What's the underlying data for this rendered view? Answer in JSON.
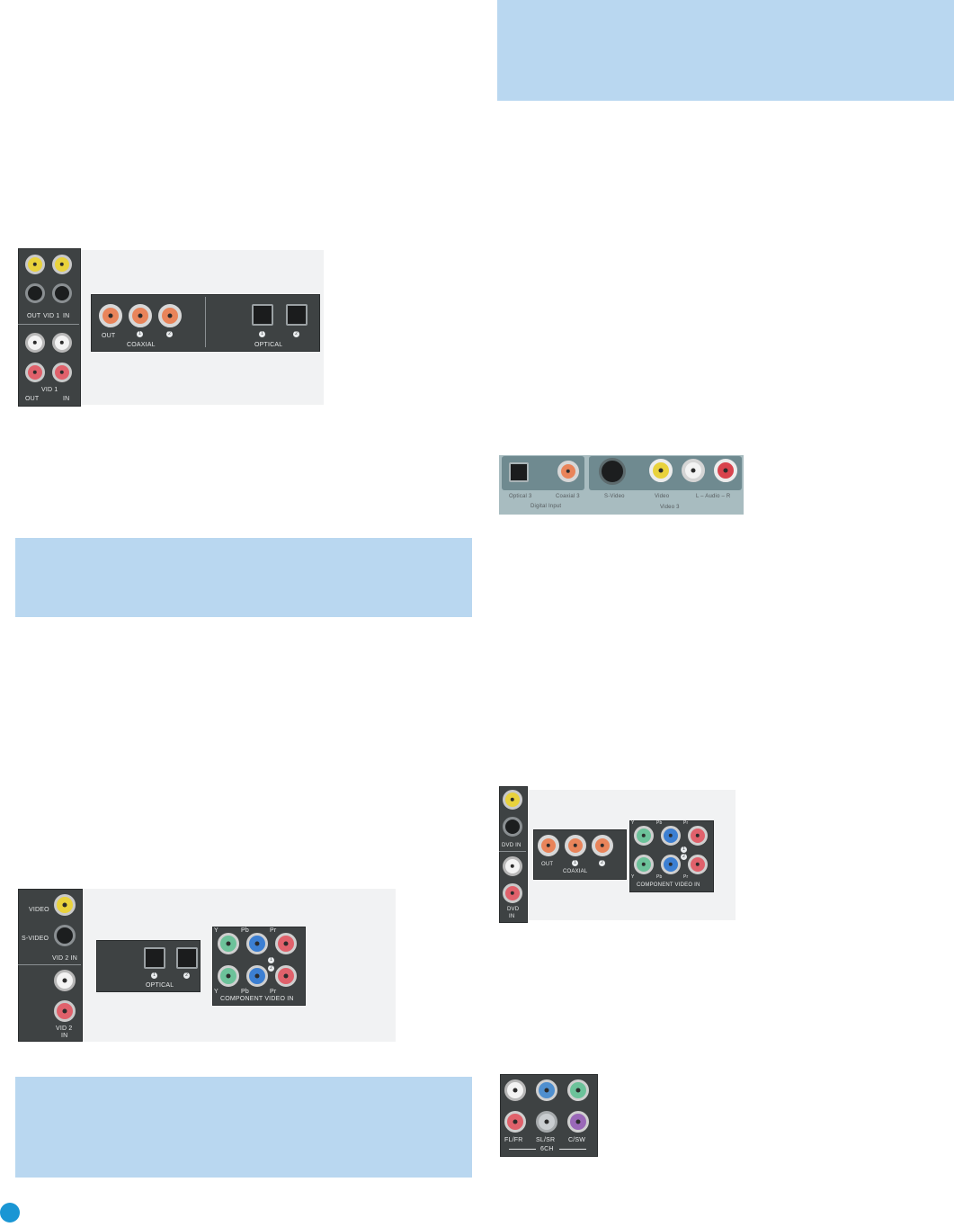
{
  "colors": {
    "callout": "#b9d7f0",
    "page_marker": "#1a96d4",
    "panel": "#3e4243"
  },
  "icons": {
    "page_marker": "circle-bullet-icon"
  },
  "panel_a": {
    "top_labels": {
      "out": "OUT",
      "vid1": "VID 1",
      "in": "IN"
    },
    "coaxial": {
      "out": "OUT",
      "n1": "1",
      "n2": "2",
      "name": "COAXIAL"
    },
    "optical": {
      "n1": "1",
      "n2": "2",
      "name": "OPTICAL"
    },
    "audio_labels": {
      "vid1": "VID 1",
      "out": "OUT",
      "in": "IN"
    }
  },
  "panel_b": {
    "video": "VIDEO",
    "svideo": "S-VIDEO",
    "vid2in": "VID 2 IN",
    "vid2": "VID 2",
    "in": "IN",
    "optical": {
      "n1": "1",
      "n2": "2",
      "name": "OPTICAL"
    },
    "component": {
      "pb": "Pb",
      "pr": "Pr",
      "y": "Y",
      "n1": "1",
      "n2": "2",
      "name": "COMPONENT VIDEO IN"
    }
  },
  "panel_c": {
    "optical3": "Optical 3",
    "coaxial3": "Coaxial 3",
    "digital_input": "Digital Input",
    "svideo": "S-Video",
    "video": "Video",
    "audio": "L – Audio – R",
    "video3": "Video 3"
  },
  "panel_d": {
    "dvd_in": "DVD IN",
    "dvd": "DVD",
    "in": "IN",
    "coaxial": {
      "out": "OUT",
      "n1": "1",
      "n2": "2",
      "name": "COAXIAL"
    },
    "component": {
      "pb": "Pb",
      "pr": "Pr",
      "y": "Y",
      "n1": "1",
      "n2": "2",
      "name": "COMPONENT VIDEO IN"
    }
  },
  "panel_e": {
    "flfr": "FL/FR",
    "slsr": "SL/SR",
    "csw": "C/SW",
    "ch6": "6CH"
  }
}
